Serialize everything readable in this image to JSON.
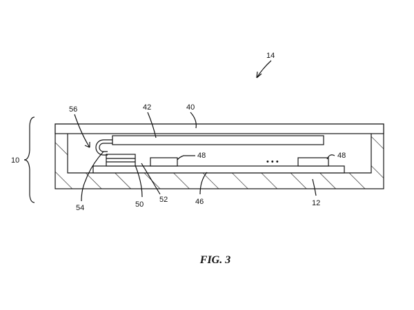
{
  "figure": {
    "caption": "FIG. 3",
    "labels": {
      "l14": "14",
      "l56": "56",
      "l42": "42",
      "l40": "40",
      "l10": "10",
      "l48a": "48",
      "l48b": "48",
      "dots": "• • •",
      "l54": "54",
      "l50": "50",
      "l52": "52",
      "l46": "46",
      "l12": "12"
    }
  }
}
